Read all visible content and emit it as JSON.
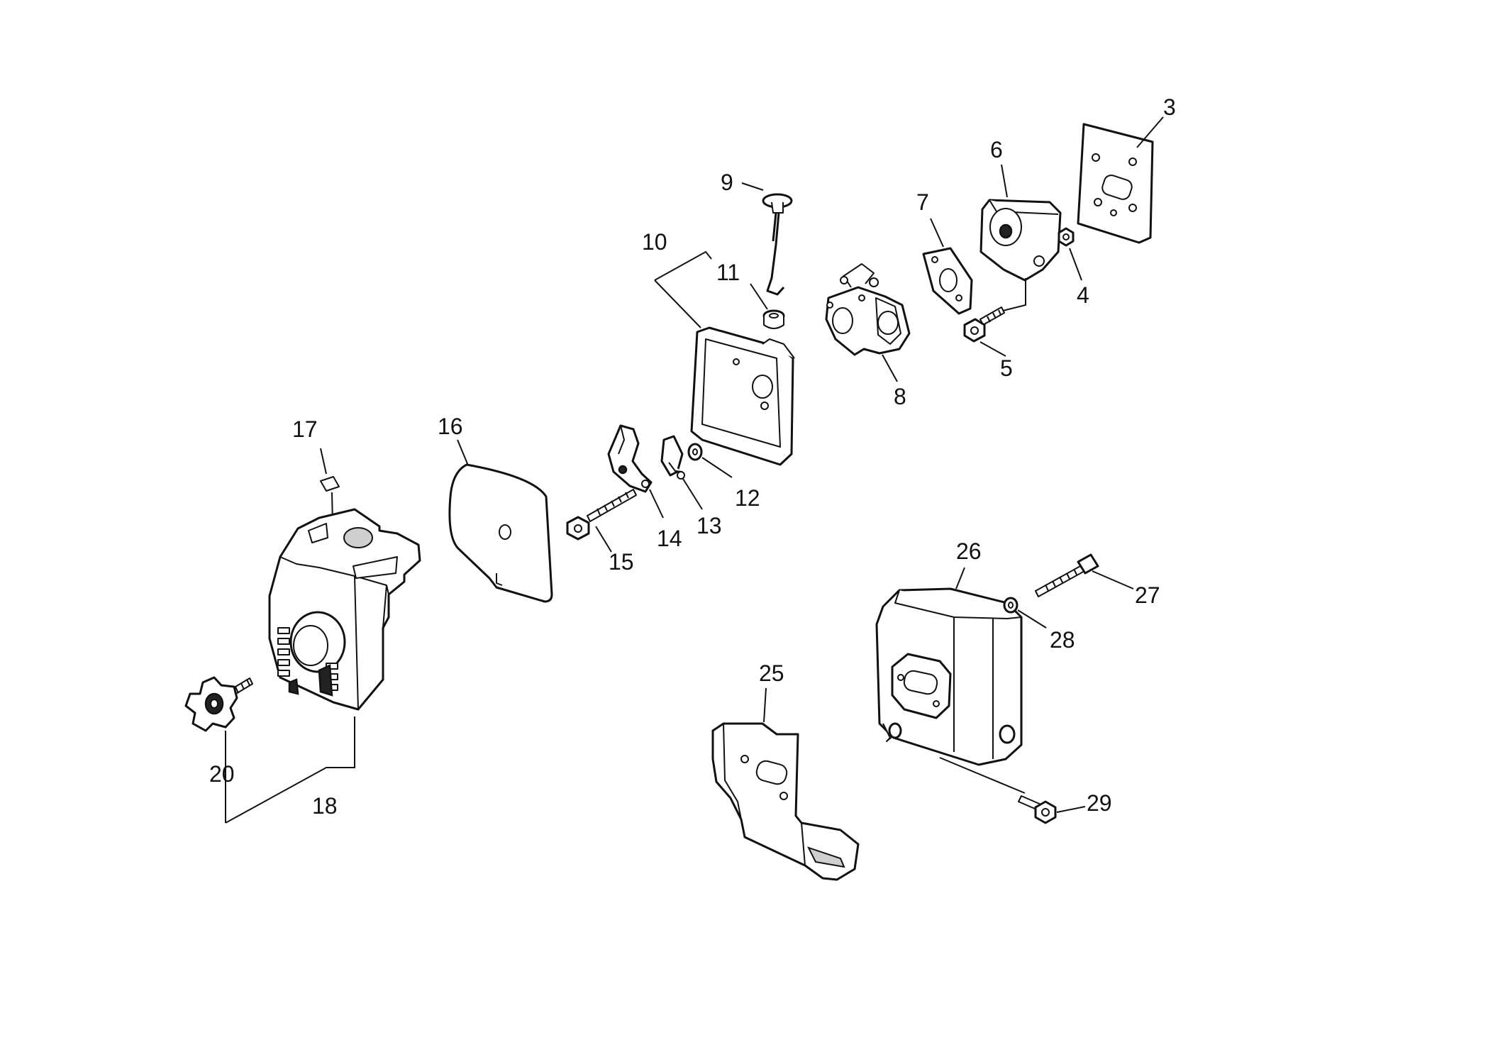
{
  "diagram": {
    "type": "exploded-parts-view",
    "labels": {
      "p3": "3",
      "p4": "4",
      "p5": "5",
      "p6": "6",
      "p7": "7",
      "p8": "8",
      "p9": "9",
      "p10": "10",
      "p11": "11",
      "p12": "12",
      "p13": "13",
      "p14": "14",
      "p15": "15",
      "p16": "16",
      "p17": "17",
      "p18": "18",
      "p20": "20",
      "p25": "25",
      "p26": "26",
      "p27": "27",
      "p28": "28",
      "p29": "29"
    }
  }
}
